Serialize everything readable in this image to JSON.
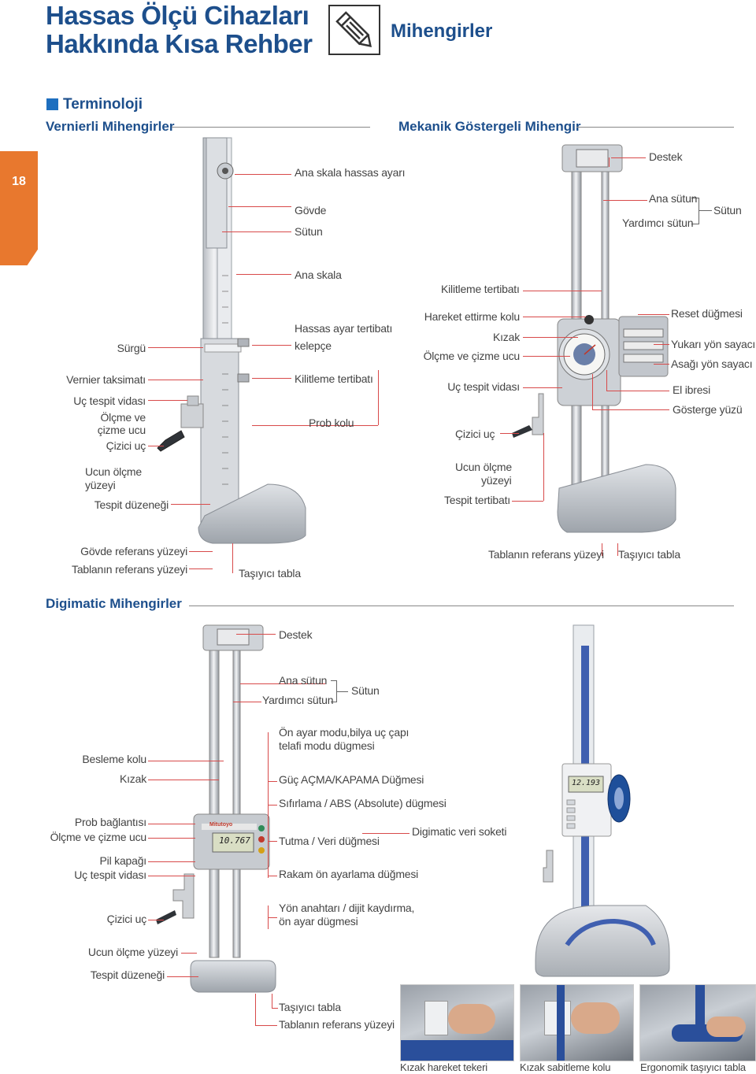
{
  "header": {
    "title_line1": "Hassas Ölçü Cihazları",
    "title_line2": "Hakkında Kısa Rehber",
    "subtitle": "Mihengirler",
    "icon": "pencil-edit-icon"
  },
  "page_tab": {
    "number": "18"
  },
  "terminology": {
    "title": "Terminoloji"
  },
  "vernier": {
    "title": "Vernierli Mihengirler",
    "labels": {
      "fine_adjust": "Ana skala hassas ayarı",
      "body": "Gövde",
      "column": "Sütun",
      "main_scale": "Ana skala",
      "slider": "Sürgü",
      "fine_feed": "Hassas ayar tertibatı",
      "clamp": "kelepçe",
      "vernier_scale": "Vernier taksimatı",
      "locking": "Kilitleme tertibatı",
      "tip_screw": "Uç tespit vidası",
      "measuring_line1": "Ölçme ve",
      "measuring_line2": "çizme ucu",
      "scriber": "Çizici uç",
      "probe_arm": "Prob kolu",
      "tip_face_line1": "Ucun ölçme",
      "tip_face_line2": "yüzeyi",
      "clamp_device": "Tespit düzeneği",
      "body_ref": "Gövde referans yüzeyi",
      "base_ref": "Tablanın referans yüzeyi",
      "base": "Taşıyıcı tabla"
    }
  },
  "dial": {
    "title": "Mekanik Göstergeli Mihengir",
    "labels": {
      "support": "Destek",
      "main_column": "Ana sütun",
      "column": "Sütun",
      "aux_column": "Yardımcı sütun",
      "locking": "Kilitleme tertibatı",
      "reset": "Reset düğmesi",
      "feed_lever": "Hareket ettirme kolu",
      "slider": "Kızak",
      "measuring": "Ölçme ve çizme ucu",
      "up_counter": "Yukarı yön sayacı",
      "down_counter": "Asağı yön sayacı",
      "tip_screw": "Uç tespit vidası",
      "pointer": "El ibresi",
      "dial_face": "Gösterge yüzü",
      "scriber": "Çizici uç",
      "tip_face_line1": "Ucun ölçme",
      "tip_face_line2": "yüzeyi",
      "clamp": "Tespit tertibatı",
      "base_ref": "Tablanın referans yüzeyi",
      "base": "Taşıyıcı tabla"
    }
  },
  "digimatic": {
    "title": "Digimatic Mihengirler",
    "display_value": "10.767",
    "display_value_2": "12.193",
    "brand": "Mitutoyo",
    "labels": {
      "support": "Destek",
      "main_column": "Ana sütun",
      "column": "Sütun",
      "aux_column": "Yardımcı sütun",
      "preset_line1": "Ön ayar modu,bilya uç çapı",
      "preset_line2": "telafi modu dügmesi",
      "feed_lever": "Besleme kolu",
      "slider": "Kızak",
      "power": "Güç AÇMA/KAPAMA Düğmesi",
      "zero_abs": "Sıfırlama / ABS (Absolute) dügmesi",
      "probe_conn": "Prob bağlantısı",
      "measuring": "Ölçme ve çizme ucu",
      "data_socket": "Digimatic veri soketi",
      "hold_data": "Tutma / Veri düğmesi",
      "battery": "Pil kapağı",
      "tip_screw": "Uç tespit vidası",
      "digit_preset": "Rakam ön ayarlama düğmesi",
      "direction_line1": "Yön anahtarı / dijit kaydırma,",
      "direction_line2": "ön ayar dügmesi",
      "scriber": "Çizici uç",
      "tip_face": "Ucun ölçme yüzeyi",
      "clamp_device": "Tespit düzeneği",
      "base": "Taşıyıcı tabla",
      "base_ref": "Tablanın referans yüzeyi"
    }
  },
  "photos": {
    "captions": [
      "Kızak hareket tekeri",
      "Kızak sabitleme kolu",
      "Ergonomik taşıyıcı tabla"
    ]
  },
  "colors": {
    "brand_blue": "#1d4f8c",
    "square": "#1e6fbf",
    "tab_orange": "#e8782e",
    "leader_red": "#d84a4a"
  }
}
